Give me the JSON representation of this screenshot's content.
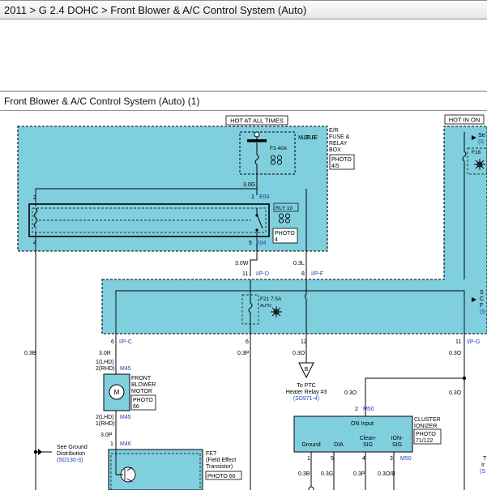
{
  "breadcrumb": "2011 > G 2.4 DOHC > Front Blower & A/C Control System (Auto)",
  "diagram": {
    "title": "Front Blower & A/C Control System (Auto) (1)",
    "colors": {
      "zone": "#7fcfdf",
      "wire": "#000000",
      "ref": "#1a3fb0"
    },
    "hot_at_all_times": "HOT AT ALL TIMES",
    "hot_in_on": "HOT IN ON",
    "multi_fuse": "MULTI FUSE",
    "fuse_f3": "F3 40A",
    "er_box": [
      "E/R",
      "FUSE &",
      "RELAY",
      "BOX"
    ],
    "photo_top": [
      "PHOTO",
      "4/5"
    ],
    "w_3_0g": "3.0G",
    "pin_1": "1",
    "pin_2": "2",
    "pin_4": "4",
    "pin_5": "5",
    "conn_e04": "E04",
    "rly10": "RLY 10",
    "photo_rly": [
      "PHOTO",
      "4"
    ],
    "w_3_0w": "3.0W",
    "w_0_3l": "0.3L",
    "pin_11": "11",
    "pin_8": "8",
    "pin_6": "6",
    "pin_12": "12",
    "conn_ipd": "I/P-D",
    "conn_ipf": "I/P-F",
    "conn_ipc": "I/P-C",
    "conn_ipg": "I/P-G",
    "fuse_f21": "F21 7.5A",
    "auto": "AUTO",
    "fuse_f16": "F16",
    "w_0_3b": "0.3B",
    "w_3_0r": "3.0R",
    "w_0_3p": "0.3P",
    "w_0_3o": "0.3O",
    "motor_pins_top": [
      "1(LHD)",
      "2(RHD)"
    ],
    "conn_m45": "M45",
    "motor_label": [
      "FRONT",
      "BLOWER",
      "MOTOR"
    ],
    "photo_motor": [
      "PHOTO",
      "66"
    ],
    "m_letter": "M",
    "motor_pins_bottom": [
      "2(LHD)",
      "1(RHD)"
    ],
    "w_3_0p": "3.0P",
    "pin_1b": "1",
    "conn_m46": "M46",
    "ground_dist": [
      "See Ground",
      "Distribution"
    ],
    "ground_ref": "(SD130-3)",
    "fet_label": [
      "FET",
      "(Field Effect",
      "Transistor)"
    ],
    "photo_fet": "PHOTO 66",
    "ptc_letter": "B",
    "ptc_label": [
      "To PTC",
      "Heater Relay #3"
    ],
    "ptc_ref": "(SD971-4)",
    "pin_2b": "2",
    "conn_m50": "M50",
    "cluster_label": [
      "CLUSTER",
      "IONIZER"
    ],
    "photo_cluster": [
      "PHOTO",
      "71/122"
    ],
    "on_input": "ON Input",
    "ion_cols": [
      "Ground",
      "DIA",
      "Clean-",
      "ION-"
    ],
    "ion_cols2": [
      "SIG",
      "SIG"
    ],
    "ion_pins": [
      "1",
      "5",
      "4",
      "3"
    ],
    "w_bottom": [
      "0.3B",
      "0.3G",
      "0.3P",
      "0.3O/B"
    ],
    "right_edge": [
      "S",
      "(S",
      "Se",
      "C",
      "F",
      "(S",
      "T",
      "Ir",
      "(S"
    ]
  }
}
